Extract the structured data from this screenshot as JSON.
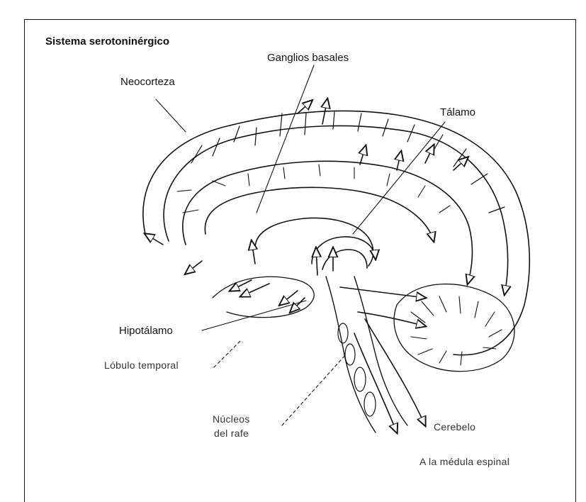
{
  "figure": {
    "title": "Sistema serotoninérgico",
    "labels": {
      "ganglios": "Ganglios basales",
      "neocorteza": "Neocorteza",
      "talamo": "Tálamo",
      "hipotalamo": "Hipotálamo",
      "lobulo": "Lóbulo temporal",
      "nucleos_line1": "Núcleos",
      "nucleos_line2": "del rafe",
      "cerebelo": "Cerebelo",
      "medula": "A la médula espinal"
    },
    "colors": {
      "ink": "#111111",
      "background": "#ffffff"
    }
  }
}
